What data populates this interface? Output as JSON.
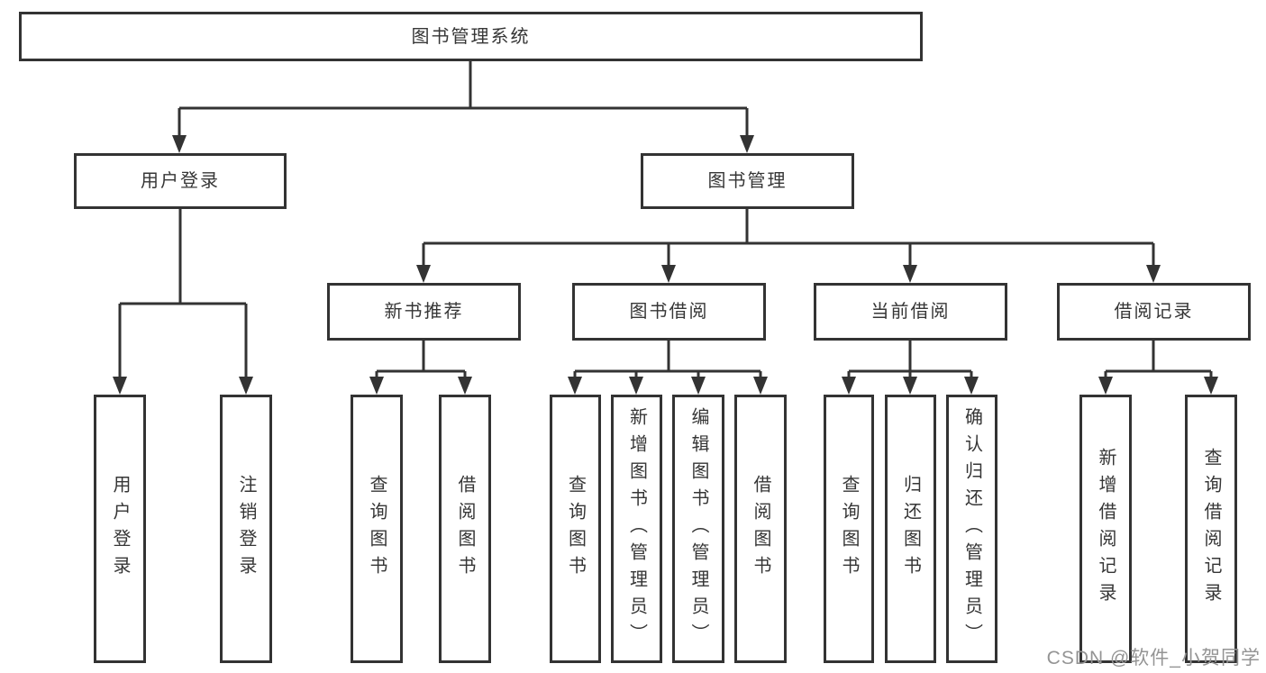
{
  "tree": {
    "label": "图书管理系统",
    "children": [
      {
        "label": "用户登录",
        "children": [
          {
            "label": "用户登录"
          },
          {
            "label": "注销登录"
          }
        ]
      },
      {
        "label": "图书管理",
        "children": [
          {
            "label": "新书推荐",
            "children": [
              {
                "label": "查询图书"
              },
              {
                "label": "借阅图书"
              }
            ]
          },
          {
            "label": "图书借阅",
            "children": [
              {
                "label": "查询图书"
              },
              {
                "label": "新增图书（管理员）"
              },
              {
                "label": "编辑图书（管理员）"
              },
              {
                "label": "借阅图书"
              }
            ]
          },
          {
            "label": "当前借阅",
            "children": [
              {
                "label": "查询图书"
              },
              {
                "label": "归还图书"
              },
              {
                "label": "确认归还（管理员）"
              }
            ]
          },
          {
            "label": "借阅记录",
            "children": [
              {
                "label": "新增借阅记录"
              },
              {
                "label": "查询借阅记录"
              }
            ]
          }
        ]
      }
    ]
  },
  "watermark": {
    "text": "CSDN @软件_小贺同学"
  },
  "colors": {
    "line": "#333333",
    "text": "#363636",
    "bg": "#ffffff",
    "watermark": "#949494"
  }
}
